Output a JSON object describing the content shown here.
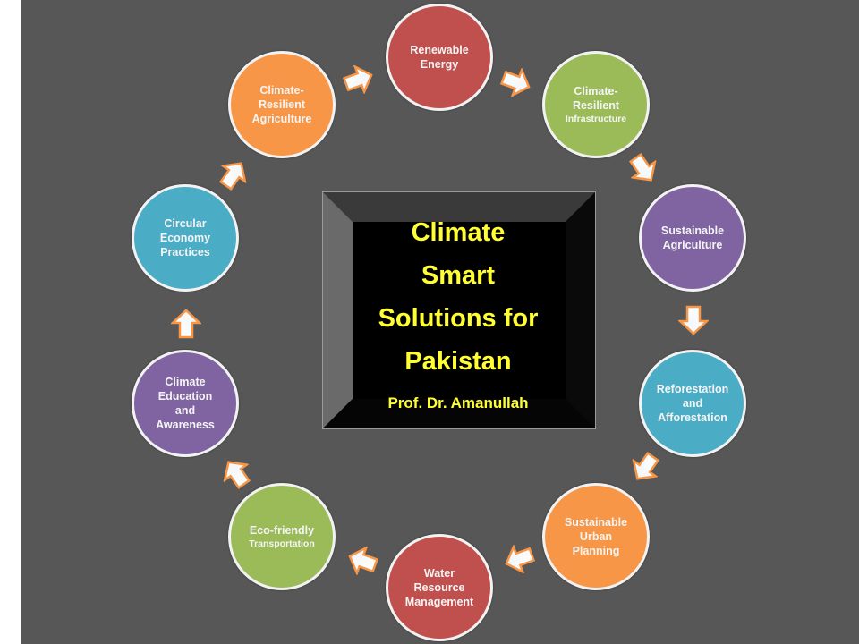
{
  "diagram": {
    "type": "cycle",
    "background_color": "#575757",
    "center": {
      "title": "Climate Smart Solutions for Pakistan",
      "title_lines": [
        "Climate",
        "Smart",
        "Solutions for",
        "Pakistan"
      ],
      "author": "Prof. Dr. Amanullah",
      "text_color": "#ffff33"
    },
    "nodes": [
      {
        "id": "renewable-energy",
        "lines": [
          "Renewable",
          "Energy"
        ],
        "small": "",
        "color": "#c0504d"
      },
      {
        "id": "climate-resilient-infrastructure",
        "lines": [
          "Climate-",
          "Resilient"
        ],
        "small": "Infrastructure",
        "color": "#9bbb59"
      },
      {
        "id": "sustainable-agriculture",
        "lines": [
          "Sustainable",
          "Agriculture"
        ],
        "small": "",
        "color": "#8064a2"
      },
      {
        "id": "reforestation-afforestation",
        "lines": [
          "Reforestation",
          "and",
          "Afforestation"
        ],
        "small": "",
        "color": "#4bacc6"
      },
      {
        "id": "sustainable-urban-planning",
        "lines": [
          "Sustainable",
          "Urban",
          "Planning"
        ],
        "small": "",
        "color": "#f79646"
      },
      {
        "id": "water-resource-management",
        "lines": [
          "Water",
          "Resource",
          "Management"
        ],
        "small": "",
        "color": "#c0504d"
      },
      {
        "id": "eco-friendly-transportation",
        "lines": [
          "Eco-friendly"
        ],
        "small": "Transportation",
        "color": "#9bbb59"
      },
      {
        "id": "climate-education-awareness",
        "lines": [
          "Climate",
          "Education",
          "and",
          "Awareness"
        ],
        "small": "",
        "color": "#8064a2"
      },
      {
        "id": "circular-economy-practices",
        "lines": [
          "Circular",
          "Economy",
          "Practices"
        ],
        "small": "",
        "color": "#4bacc6"
      },
      {
        "id": "climate-resilient-agriculture",
        "lines": [
          "Climate-",
          "Resilient",
          "Agriculture"
        ],
        "small": "",
        "color": "#f79646"
      }
    ],
    "arrow_style": {
      "fill": "#ffffff",
      "outline": "#f79646"
    },
    "flow": "clockwise"
  }
}
